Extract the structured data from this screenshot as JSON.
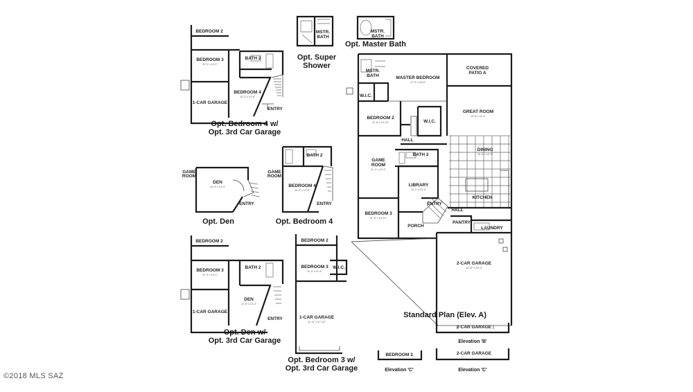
{
  "captions": {
    "opt_bedroom4_garage": [
      "Opt. Bedroom 4 w/",
      "Opt. 3rd Car Garage"
    ],
    "opt_super_shower": [
      "Opt. Super",
      "Shower"
    ],
    "opt_master_bath": "Opt. Master Bath",
    "opt_den": "Opt. Den",
    "opt_bedroom4": "Opt. Bedroom 4",
    "opt_den_garage": [
      "Opt. Den w/",
      "Opt. 3rd Car Garage"
    ],
    "opt_bedroom3_garage": [
      "Opt. Bedroom 3 w/",
      "Opt. 3rd Car Garage"
    ],
    "standard_plan": "Standard Plan (Elev. A)",
    "elevation_b": "Elevation 'B'",
    "elevation_c_left": "Elevation 'C'",
    "elevation_c_right": "Elevation 'C'"
  },
  "rooms": {
    "bedroom2": "BEDROOM 2",
    "bedroom3": "BEDROOM 3",
    "bedroom4": "BEDROOM 4",
    "bath2": "BATH 2",
    "one_car_garage": "1-CAR GARAGE",
    "two_car_garage": "2-CAR GARAGE",
    "entry": "ENTRY",
    "den": "DEN",
    "game_room": "GAME ROOM",
    "game": "GAME",
    "room": "ROOM",
    "mstr": "MSTR.",
    "bath": "BATH",
    "master_bedroom": "MASTER BEDROOM",
    "covered": "COVERED",
    "patio_a": "PATIO A",
    "wic": "W.I.C.",
    "great_room": "GREAT ROOM",
    "hall": "HALL",
    "dining": "DINING",
    "library": "LIBRARY",
    "kitchen": "KITCHEN",
    "pantry": "PANTRY",
    "laundry": "LAUNDRY",
    "porch": "PORCH"
  },
  "dims": {
    "bedroom3_opt": "11'-0\" x 10'-1\"",
    "bedroom4_opt": "10'-2\" x 13'-6\"",
    "master_bedroom": "17'-3\" x 16'-6\"",
    "bedroom2": "11'-6\" x 10'-10\"",
    "great_room": "19'-8\" x 14'-1\"",
    "dining": "15'-0\" x 10'-2\"",
    "game_room": "11'-1\" x 13'-0\"",
    "library": "12'-1\" x 13'-4\"",
    "bedroom3_std": "11'-0\" x 10'-10\"",
    "den_opt": "12'-3\" x 13'-4\"",
    "den_opt2": "12'-3\" x 13'-4\"",
    "bedroom4_opt2": "10'-2\" x 13'-6\"",
    "bedroom3_opt2": "11'-0\" x 11'-5\"",
    "bedroom3_opt3": "11'-0\" x 10'-1\"",
    "one_car_garage": "11'-11\" x 17'-10\"",
    "two_car_garage": "19'-11\" x 20'-0\""
  },
  "copyright": "©2018 MLS SAZ"
}
